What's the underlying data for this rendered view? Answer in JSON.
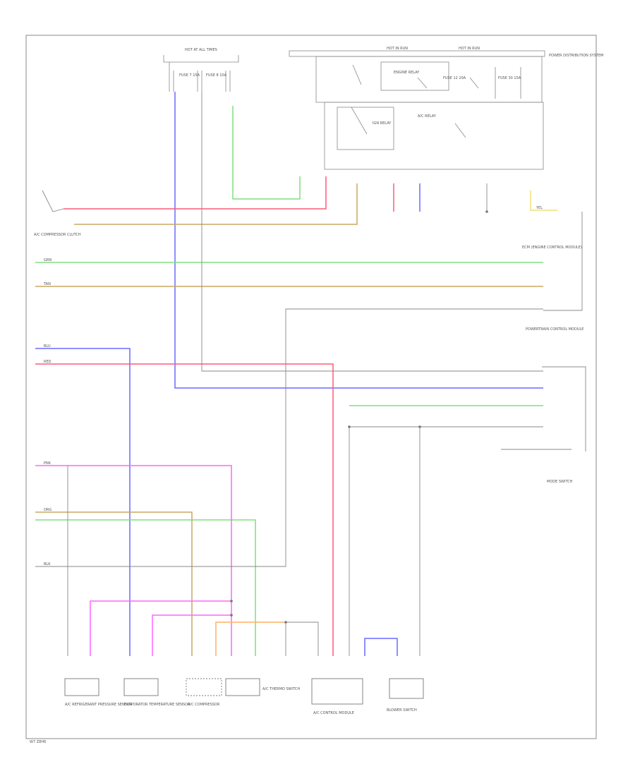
{
  "diagram": {
    "footer_code": "W7 Z8H6",
    "colors": {
      "frame": "#888888",
      "black": "#777777",
      "red": "#ff5a78",
      "blue": "#6a6aff",
      "green": "#7ee07e",
      "tan": "#c8a860",
      "yellow": "#f0e070",
      "pink": "#ff66ff",
      "orange": "#ffb060"
    },
    "headers": {
      "hot_at_all_times_1": "HOT AT ALL TIMES",
      "hot_at_all_times_2": "HOT IN RUN",
      "hot_in_start": "HOT IN RUN"
    },
    "fuses": [
      {
        "name": "FUSE 7 15A"
      },
      {
        "name": "FUSE 8 10A"
      },
      {
        "name": "FUSE 12 20A"
      },
      {
        "name": "FUSE 30 15A"
      }
    ],
    "relays": [
      {
        "name": "IGN RELAY"
      },
      {
        "name": "ENGINE RELAY"
      },
      {
        "name": "A/C RELAY"
      }
    ],
    "right_notes": {
      "top_note": "POWER DISTRIBUTION SYSTEM",
      "ecm": "ECM (ENGINE CONTROL MODULE)",
      "pcm": "POWERTRAIN CONTROL MODULE",
      "mode_switch": "MODE SWITCH"
    },
    "left_component": "A/C COMPRESSOR CLUTCH",
    "wires": {
      "blu": "BLU",
      "red": "RED",
      "grn": "GRN",
      "tan": "TAN",
      "yel": "YEL",
      "pnk": "PNK",
      "org": "ORG",
      "blk": "BLK"
    },
    "bottom_components": [
      {
        "name": "A/C REFRIGERANT PRESSURE SENSOR"
      },
      {
        "name": "EVAPORATOR TEMPERATURE SENSOR"
      },
      {
        "name": "A/C COMPRESSOR"
      },
      {
        "name": "A/C THERMO SWITCH"
      },
      {
        "name": "A/C CONTROL MODULE"
      },
      {
        "name": "BLOWER SWITCH"
      }
    ]
  }
}
